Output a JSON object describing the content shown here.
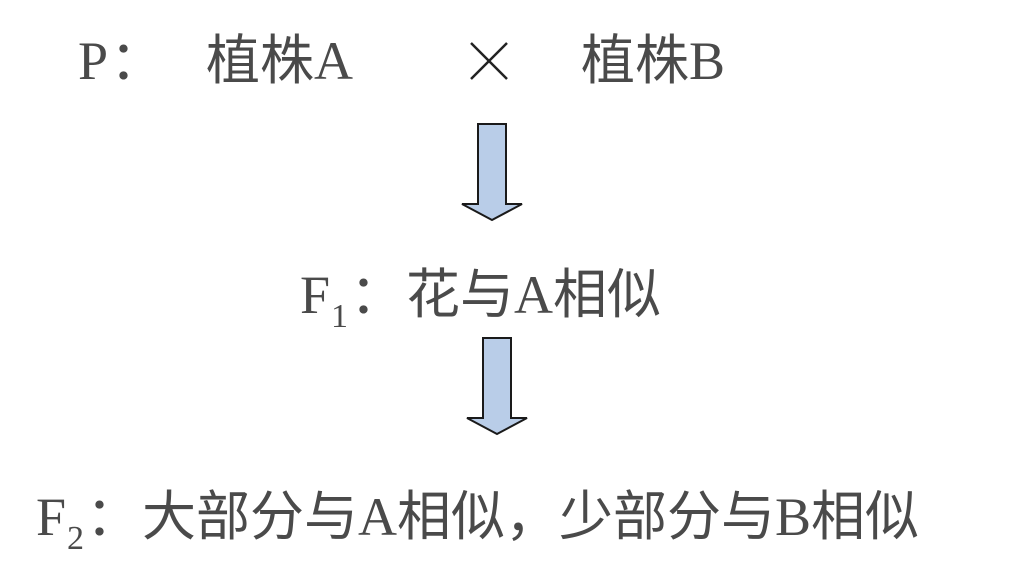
{
  "parent_line": {
    "label": "P",
    "colon": "：",
    "plant_a": "植株A",
    "cross_symbol": "×",
    "plant_b": "植株B"
  },
  "f1_line": {
    "label": "F",
    "subscript": "1",
    "colon": "：",
    "text": "花与A相似"
  },
  "f2_line": {
    "label": "F",
    "subscript": "2",
    "colon": "：",
    "text": "大部分与A相似，少部分与B相似"
  },
  "colors": {
    "text": "#4a4a4a",
    "arrow_fill": "#b9cde8",
    "arrow_stroke": "#1a1a1a"
  }
}
